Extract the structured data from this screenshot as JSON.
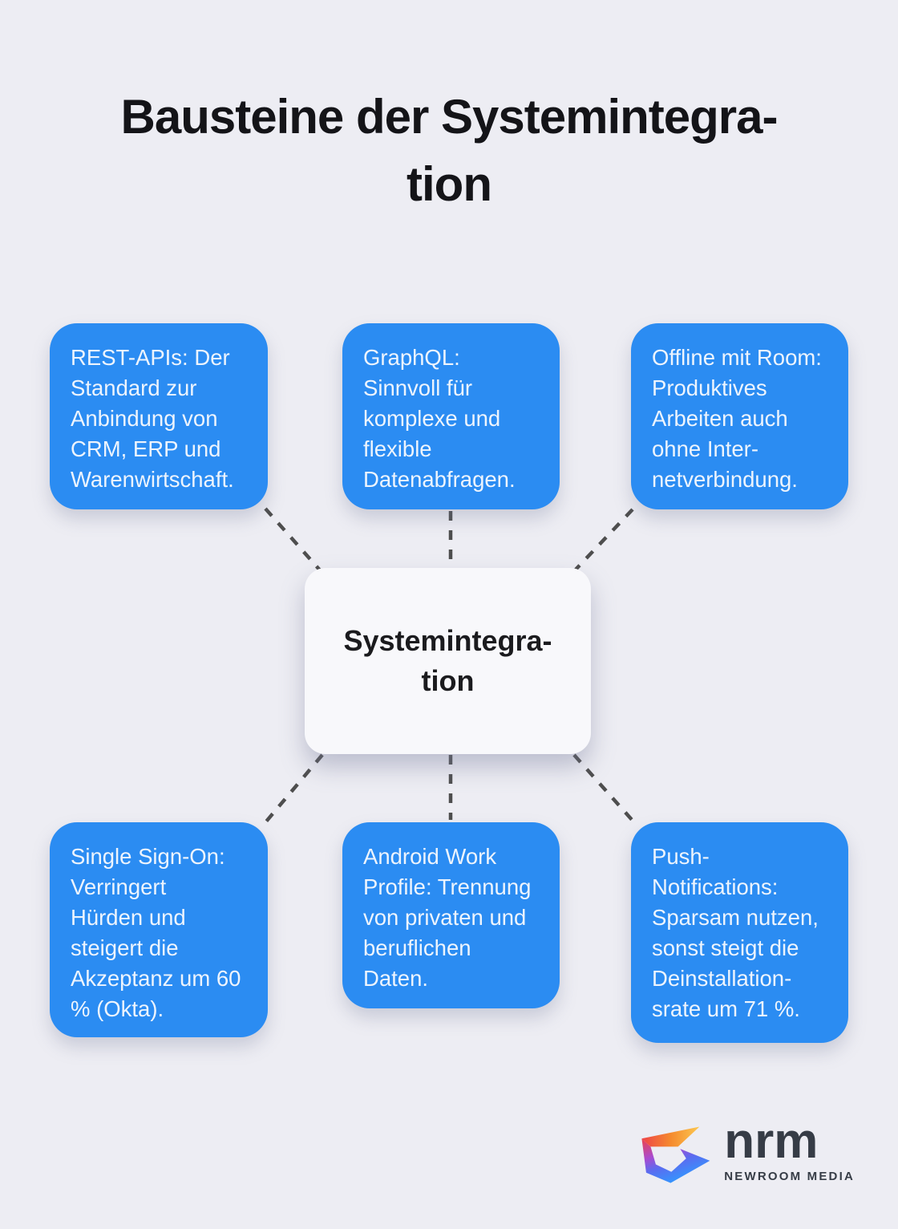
{
  "title": "Bausteine der Systemintegra-\ntion",
  "center_node": {
    "label": "Systemintegra-\ntion"
  },
  "nodes": [
    {
      "name": "rest-apis",
      "text": "REST-APIs: Der\nStandard zur\nAnbindung von\nCRM, ERP und\nWarenwirtschaft."
    },
    {
      "name": "graphql",
      "text": "GraphQL:\nSinnvoll für\nkomplexe und\nflexible\nDatenabfragen."
    },
    {
      "name": "offline-room",
      "text": "Offline mit Room:\nProduktives\nArbeiten auch\nohne Inter-\nnetverbindung."
    },
    {
      "name": "single-sign-on",
      "text": "Single Sign-On:\nVerringert\nHürden und\nsteigert die\nAkzeptanz um 60\n% (Okta)."
    },
    {
      "name": "android-work-profile",
      "text": "Android Work\nProfile: Trennung\nvon privaten und\nberuflichen\nDaten."
    },
    {
      "name": "push-notifications",
      "text": "Push-\nNotifications:\nSparsam nutzen,\nsonst steigt die\nDeinstallation-\nsrate um 71 %."
    }
  ],
  "logo": {
    "brand": "nrm",
    "subtitle": "NEWROOM MEDIA"
  },
  "colors": {
    "background": "#ededf3",
    "node_blue": "#2b8cf2",
    "node_text": "#edf4fd",
    "center_bg": "#f8f8fb",
    "connector": "#4e4e4e",
    "title_text": "#141418",
    "logo_text": "#363c46",
    "logo_gradient_top": [
      "#ee4348",
      "#f58a2e",
      "#fcc84f"
    ],
    "logo_gradient_bottom": [
      "#ee4348",
      "#a94bd0",
      "#5a6cf0",
      "#2f9bff"
    ]
  }
}
